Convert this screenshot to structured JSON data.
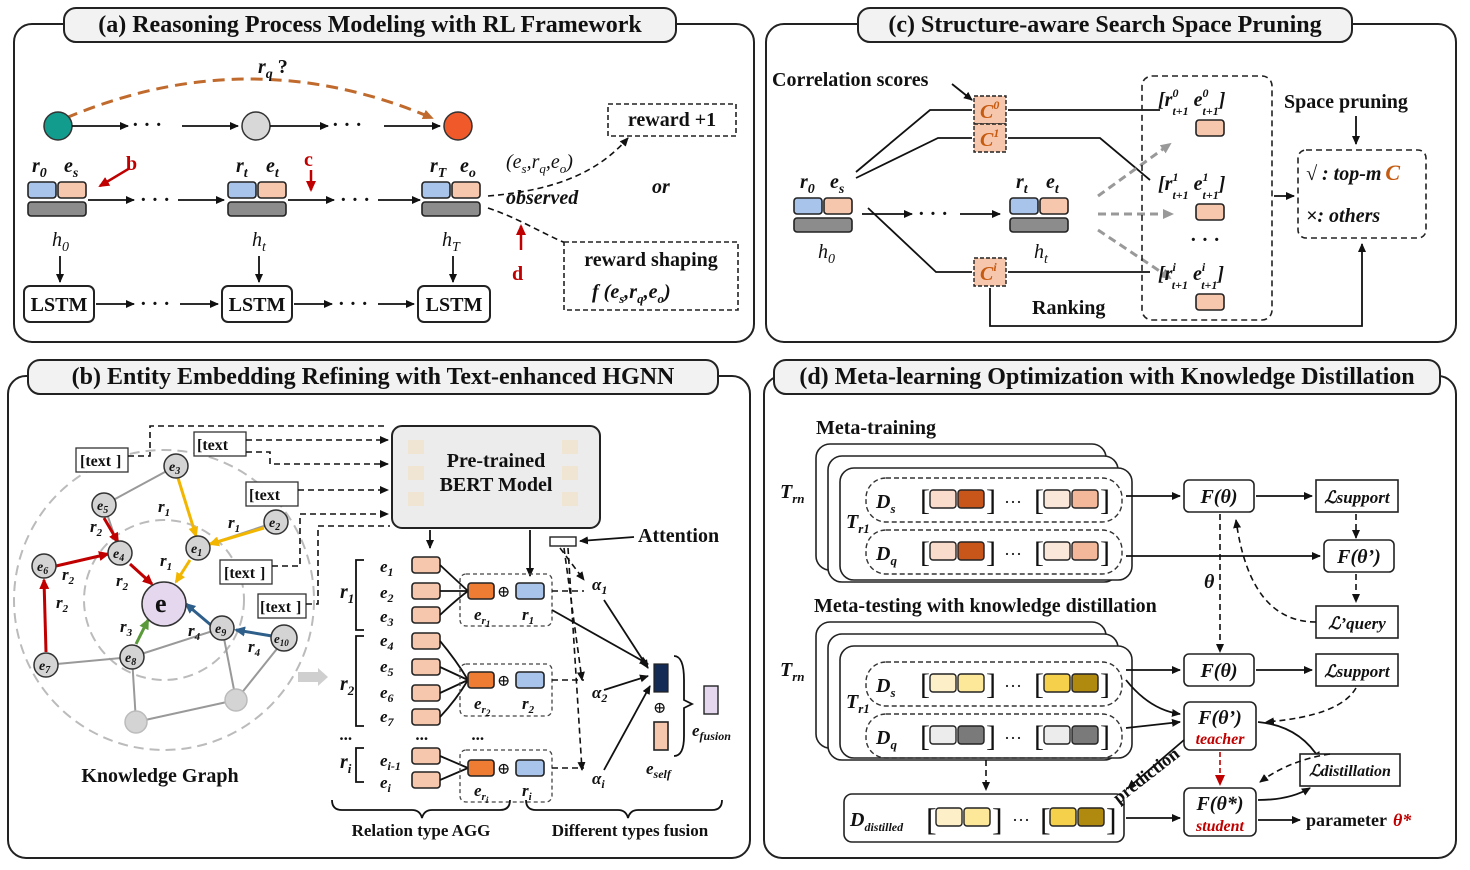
{
  "panels": {
    "a_title": "(a) Reasoning Process Modeling with RL Framework",
    "b_title": "(b) Entity Embedding Refining with Text-enhanced HGNN",
    "c_title": "(c) Structure-aware Search Space Pruning",
    "d_title": "(d) Meta-learning Optimization with Knowledge Distillation"
  },
  "panel_a": {
    "rq_q": "r",
    "rq_sub": "q",
    "rq_mark": " ?",
    "lstm": "LSTM",
    "reward_plus": "reward +1",
    "or": "or",
    "observed": "observed",
    "triple": "(e",
    "reward_shaping": "reward shaping",
    "f_expr": "f (e",
    "mark_b": "b",
    "mark_c": "c",
    "mark_d": "d",
    "r0": "r",
    "r0_sub": "0",
    "es": "e",
    "es_sub": "s",
    "rt": "r",
    "rt_sub": "t",
    "et": "e",
    "et_sub": "t",
    "rT": "r",
    "rT_sub": "T",
    "eo": "e",
    "eo_sub": "o",
    "h0": "h",
    "h0_sub": "0",
    "ht": "h",
    "ht_sub": "t",
    "hT": "h",
    "hT_sub": "T",
    "dots": "· · ·"
  },
  "panel_b": {
    "bert_line1": "Pre-trained",
    "bert_line2": "BERT  Model",
    "attention": "Attention",
    "text": "[text",
    "kg_label": "Knowledge Graph",
    "e_center": "e",
    "agg_label": "Relation type AGG",
    "fusion_label": "Different types fusion",
    "e_fusion": "e",
    "e_fusion_sub": "fusion",
    "e_self": "e",
    "e_self_sub": "self",
    "alpha": "α",
    "r_label": "r",
    "e_label": "e",
    "dots": "..."
  },
  "panel_c": {
    "corr": "Correlation scores",
    "space_pruning": "Space pruning",
    "ranking": "Ranking",
    "topm": "√ : top-m",
    "topm_c": "C",
    "others": "×: others",
    "C": "C",
    "dots": "· · ·"
  },
  "panel_d": {
    "meta_training": "Meta-training",
    "meta_testing": "Meta-testing with knowledge distillation",
    "Trn": "T",
    "Trn_sub": "rn",
    "Tr1": "T",
    "Tr1_sub": "r1",
    "Ds": "D",
    "Ds_sub": "s",
    "Dq": "D",
    "Dq_sub": "q",
    "F_theta": "F(θ)",
    "F_theta_p": "F(θ’)",
    "F_theta_s": "F(θ*)",
    "L_support": "ℒsupport",
    "L_query": "ℒ’query",
    "L_distill": "ℒdistillation",
    "theta": "θ",
    "teacher": "teacher",
    "student": "student",
    "prediction": "prediction",
    "D_distilled": "D",
    "D_distilled_sub": "distilled",
    "parameter": "parameter",
    "theta_star": "θ*",
    "dots": "···"
  }
}
